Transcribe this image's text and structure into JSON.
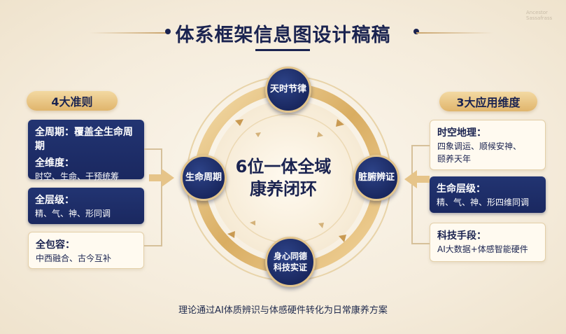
{
  "title": "体系框架信息图设计稿稿",
  "brand": "Ancestor Sassafrass",
  "left_section": {
    "pill": "4大准则",
    "cards": [
      {
        "h1": "全周期：覆盖全生命周期",
        "h2": "全维度：",
        "t": "时空、生命、干预统筹"
      },
      {
        "h": "全层级：",
        "t": "精、气、神、形同调"
      },
      {
        "h": "全包容：",
        "t": "中西融合、古今互补"
      }
    ]
  },
  "right_section": {
    "pill": "3大应用维度",
    "cards": [
      {
        "h": "时空地理：",
        "t1": "四象调运、顺候安神、",
        "t2": "颐养天年"
      },
      {
        "h": "生命层级：",
        "t": "精、气、神、形四维同调"
      },
      {
        "h": "科技手段：",
        "t": "AI大数据+体感智能硬件"
      }
    ]
  },
  "center": {
    "line1": "6位一体全域",
    "line2": "康养闭环"
  },
  "nodes": {
    "top": "天时节律",
    "left": "生命周期",
    "right": "脏腑辨证",
    "bottom_line1": "身心同德",
    "bottom_line2": "科技实证"
  },
  "footer": "理论通过AI体质辨识与体感硬件转化为日常康养方案",
  "colors": {
    "navy": "#1a2860",
    "gold": "#e0b56c",
    "background": "#f8f0e2"
  }
}
